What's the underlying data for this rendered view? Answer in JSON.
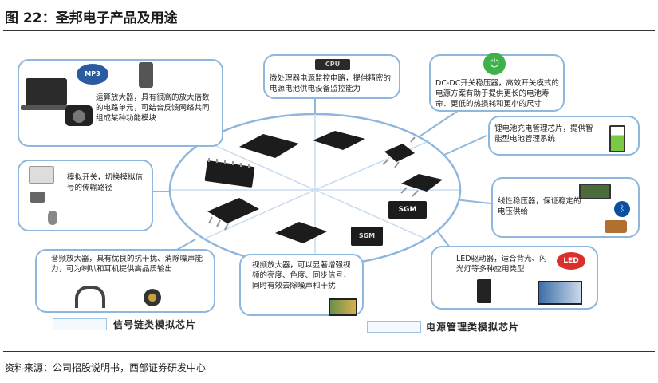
{
  "figure": {
    "title": "图 22：圣邦电子产品及用途",
    "source": "资料来源：公司招股说明书，西部证券研发中心"
  },
  "boxes": {
    "op_amp": "运算放大器，具有很高的放大倍数的电路单元，可结合反馈网络共同组成某种功能模块",
    "mcu_monitor": "微处理器电源监控电路，提供精密的电源电池供电设备监控能力",
    "dcdc": "DC-DC开关稳压器，高效开关模式的电源方案有助于提供更长的电池寿命、更低的热损耗和更小的尺寸",
    "li_charger": "锂电池充电管理芯片，提供智能型电池管理系统",
    "analog_switch": "模拟开关，切换模拟信号的传输路径",
    "ldo": "线性稳压器，保证稳定的电压供给",
    "audio_amp": "音频放大器，具有优良的抗干扰、消除噪声能力，可为喇叭和耳机提供高品质输出",
    "video_amp": "视频放大器，可以显著增强视频的亮度、色度、同步信号，同时有效去除噪声和干扰",
    "led_driver": "LED驱动器，适合背光、闪光灯等多种应用类型"
  },
  "icon_text": {
    "cpu": "CPU",
    "mp3": "MP3",
    "led": "LED",
    "sgm": "SGM"
  },
  "legend": {
    "signal_chain": "信号链类模拟芯片",
    "power_mgmt": "电源管理类模拟芯片"
  },
  "colors": {
    "box_border": "#8fb6dd",
    "chip": "#1c1c1c",
    "dcdc_green": "#3fb14a",
    "led_red": "#d9302b",
    "battery_green": "#7ac943"
  }
}
